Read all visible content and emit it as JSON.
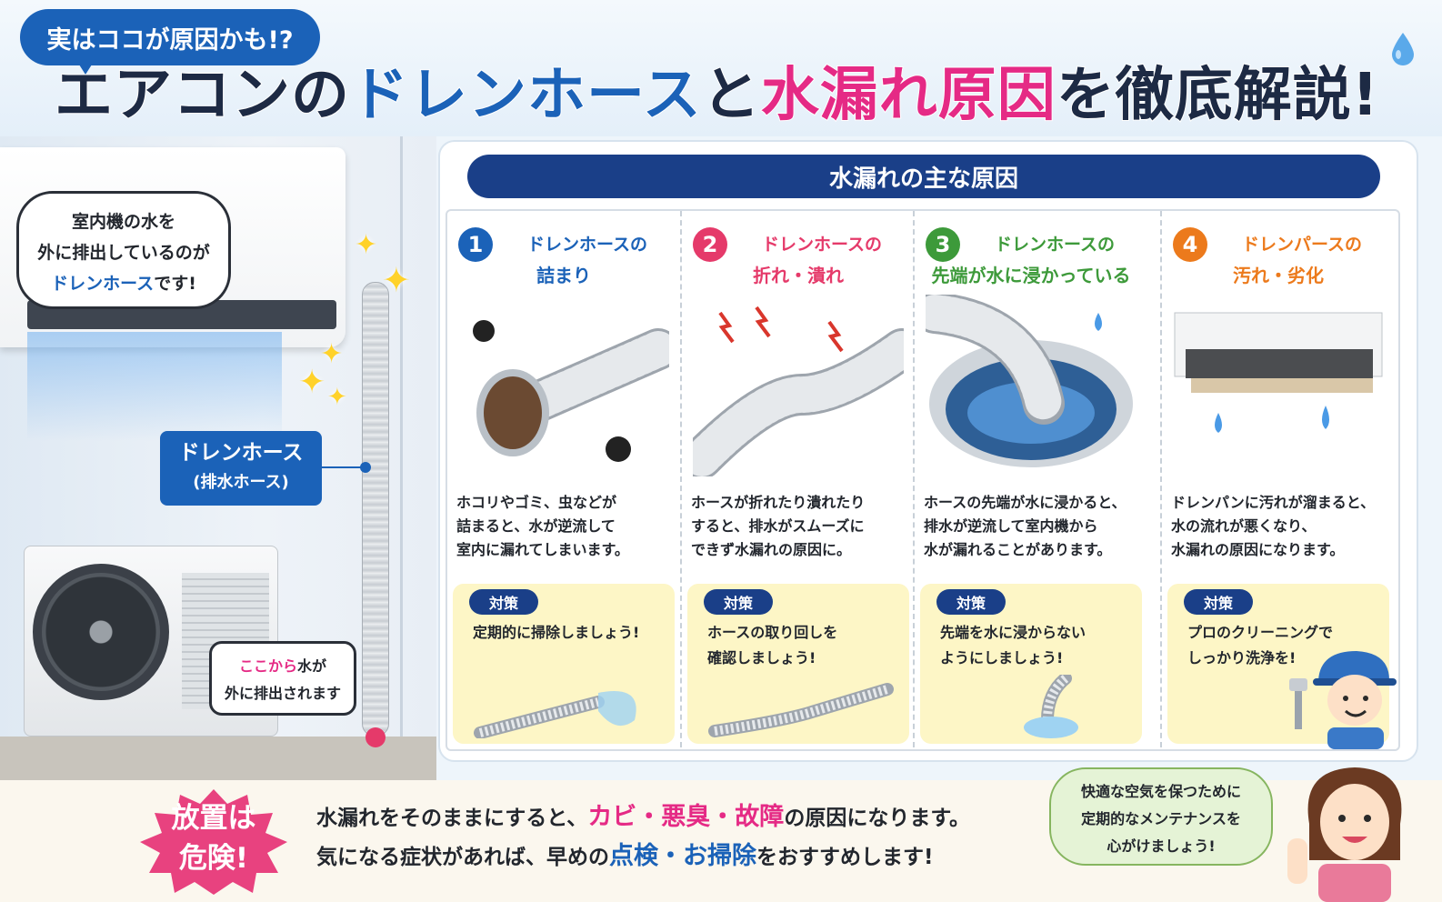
{
  "header": {
    "tag": "実はココが原因かも!?",
    "title_parts": [
      "エアコンの",
      "ドレンホース",
      "と",
      "水漏れ原因",
      "を徹底解説!"
    ]
  },
  "scene": {
    "bubble_main": {
      "line1": "室内機の水を",
      "line2": "外に排出しているのが",
      "highlight": "ドレンホース",
      "after": "です!"
    },
    "hose_label": {
      "line1": "ドレンホース",
      "line2": "(排水ホース)"
    },
    "bubble_small": {
      "highlight": "ここから",
      "line1_rest": "水が",
      "line2": "外に排出されます"
    }
  },
  "panel": {
    "title": "水漏れの主な原因",
    "fix_badge": "対策",
    "causes": [
      {
        "num": "1",
        "head1": "ドレンホースの",
        "head2": "詰まり",
        "color": "#1b62b8",
        "desc": [
          "ホコリやゴミ、虫などが",
          "詰まると、水が逆流して",
          "室内に漏れてしまいます。"
        ],
        "fix": [
          "定期的に掃除しましょう!"
        ]
      },
      {
        "num": "2",
        "head1": "ドレンホースの",
        "head2": "折れ・潰れ",
        "color": "#e53a6a",
        "desc": [
          "ホースが折れたり潰れたり",
          "すると、排水がスムーズに",
          "できず水漏れの原因に。"
        ],
        "fix": [
          "ホースの取り回しを",
          "確認しましょう!"
        ]
      },
      {
        "num": "3",
        "head1": "ドレンホースの",
        "head2": "先端が水に浸かっている",
        "color": "#3d9a3a",
        "desc": [
          "ホースの先端が水に浸かると、",
          "排水が逆流して室内機から",
          "水が漏れることがあります。"
        ],
        "fix": [
          "先端を水に浸からない",
          "ようにしましょう!"
        ]
      },
      {
        "num": "4",
        "head1": "ドレンパースの",
        "head2": "汚れ・劣化",
        "color": "#ec7a1c",
        "desc": [
          "ドレンパンに汚れが溜まると、",
          "水の流れが悪くなり、",
          "水漏れの原因になります。"
        ],
        "fix": [
          "プロのクリーニングで",
          "しっかり洗浄を!"
        ]
      }
    ]
  },
  "bottom": {
    "danger": [
      "放置は",
      "危険!"
    ],
    "warn1_a": "水漏れをそのままにすると、",
    "warn1_hl": "カビ・悪臭・故障",
    "warn1_b": "の原因になります。",
    "warn2_a": "気になる症状があれば、早めの",
    "warn2_hl": "点検・お掃除",
    "warn2_b": "をおすすめします!",
    "tip": [
      "快適な空気を保つために",
      "定期的なメンテナンスを",
      "心がけましょう!"
    ]
  },
  "colors": {
    "blue": "#1b62b8",
    "navy": "#1a3f88",
    "pink": "#e52a85",
    "fix_bg": "#fdf6c6"
  }
}
